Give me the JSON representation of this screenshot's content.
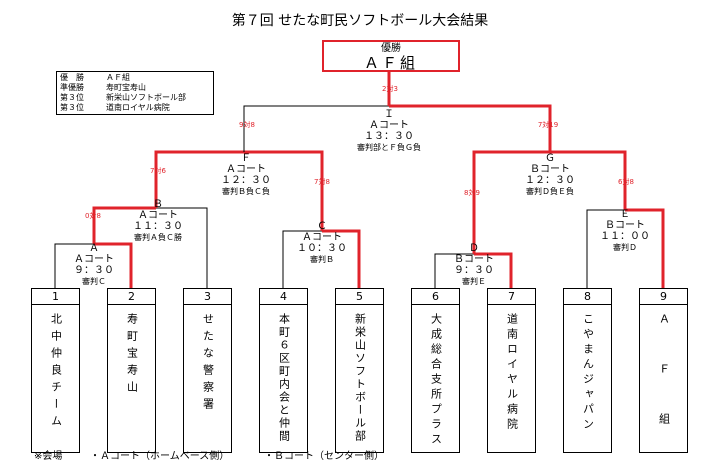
{
  "title": "第７回 せたな町民ソフトボール大会結果",
  "champion": {
    "label": "優勝",
    "team": "ＡＦ組"
  },
  "final": {
    "letter": "Ｉ",
    "court": "Ａコート",
    "time": "１３：３０",
    "referee": "審判部とＦ負Ｇ負",
    "score": "2対3"
  },
  "legend": [
    {
      "rank": "優　勝",
      "team": "ＡＦ組"
    },
    {
      "rank": "準優勝",
      "team": "寿町宝寿山"
    },
    {
      "rank": "第３位",
      "team": "新栄山ソフトボール部"
    },
    {
      "rank": "第３位",
      "team": "道南ロイヤル病院"
    }
  ],
  "matches": {
    "A": {
      "letter": "Ａ",
      "court": "Ａコート",
      "time": "９：３０",
      "referee": "審判Ｃ"
    },
    "B": {
      "letter": "Ｂ",
      "court": "Ａコート",
      "time": "１１：３０",
      "referee": "審判Ａ負Ｃ勝"
    },
    "C": {
      "letter": "Ｃ",
      "court": "Ａコート",
      "time": "１０：３０",
      "referee": "審判Ｂ"
    },
    "D": {
      "letter": "Ｄ",
      "court": "Ｂコート",
      "time": "９：３０",
      "referee": "審判Ｅ"
    },
    "E": {
      "letter": "Ｅ",
      "court": "Ｂコート",
      "time": "１１：００",
      "referee": "審判Ｄ"
    },
    "F": {
      "letter": "Ｆ",
      "court": "Ａコート",
      "time": "１２：３０",
      "referee": "審判Ｂ負Ｃ負"
    },
    "G": {
      "letter": "Ｇ",
      "court": "Ｂコート",
      "time": "１２：３０",
      "referee": "審判Ｄ負Ｅ負"
    }
  },
  "scores": {
    "A": "0対8",
    "F_left": "7対6",
    "F_right": "7対8",
    "I_left": "9対8",
    "I_right": "7対19",
    "G_left": "8対9",
    "G_right": "6対8"
  },
  "teams": [
    {
      "num": "1",
      "name": "北中仲良チーム"
    },
    {
      "num": "2",
      "name": "寿町宝寿山"
    },
    {
      "num": "3",
      "name": "せたな警察署"
    },
    {
      "num": "4",
      "name": "本町６区町内会と仲間"
    },
    {
      "num": "5",
      "name": "新栄山ソフトボール部"
    },
    {
      "num": "6",
      "name": "大成総合支所プラス"
    },
    {
      "num": "7",
      "name": "道南ロイヤル病院"
    },
    {
      "num": "8",
      "name": "こやまんジャパン"
    },
    {
      "num": "9",
      "name": "Ａ　Ｆ　組"
    }
  ],
  "footer": {
    "venue": "※会場",
    "court_a": "・Ａコート（ホームベース側）",
    "court_b": "・Ｂコート（センター側）"
  },
  "colors": {
    "win": "#e0232b",
    "line": "#000000"
  }
}
